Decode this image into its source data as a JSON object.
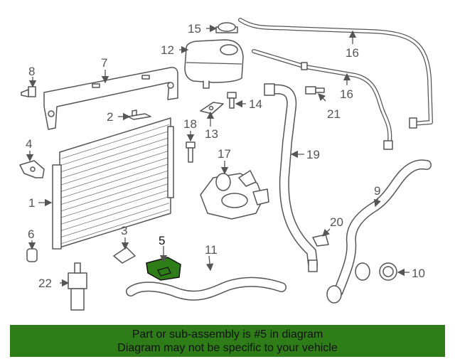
{
  "callouts": {
    "c1": "1",
    "c2": "2",
    "c3": "3",
    "c4": "4",
    "c5": "5",
    "c6": "6",
    "c7": "7",
    "c8": "8",
    "c9": "9",
    "c10": "10",
    "c11": "11",
    "c12": "12",
    "c13": "13",
    "c14": "14",
    "c15": "15",
    "c16a": "16",
    "c16b": "16",
    "c17": "17",
    "c18": "18",
    "c19": "19",
    "c20": "20",
    "c21": "21",
    "c22": "22"
  },
  "highlight": {
    "part_number": "5",
    "color": "#2e7d19"
  },
  "banner": {
    "line1": "Part or sub-assembly is #5 in diagram",
    "line2": "Diagram may not be specific to your vehicle",
    "background": "#2e7d19"
  }
}
